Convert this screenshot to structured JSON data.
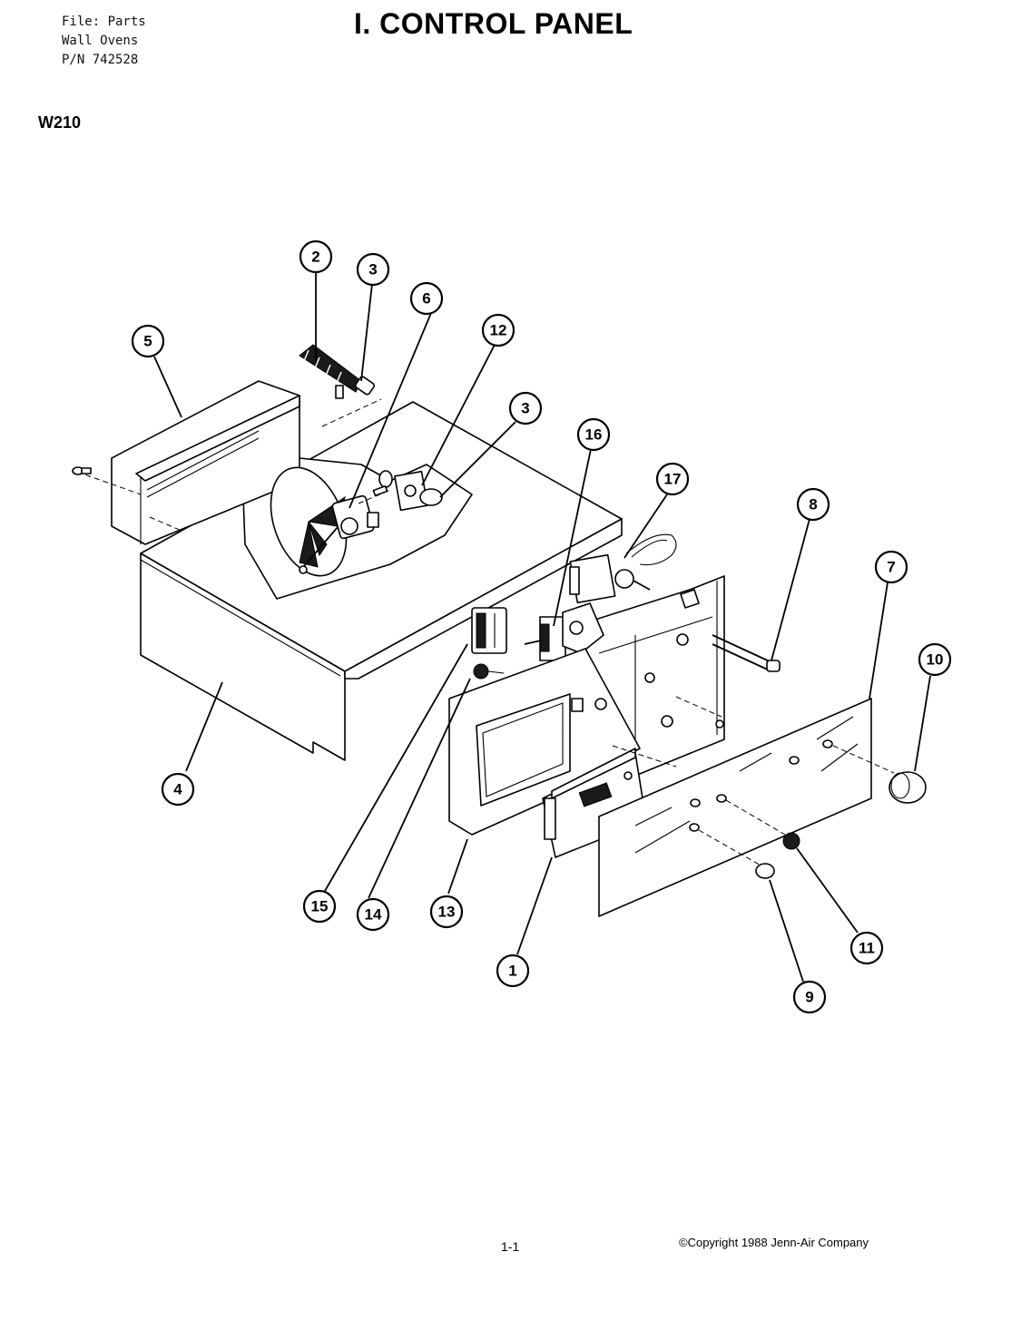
{
  "header": {
    "file_line": "File: Parts",
    "category_line": "Wall Ovens",
    "part_number_line": "P/N 742528",
    "title": "I. CONTROL PANEL",
    "model": "W210"
  },
  "callouts": [
    {
      "id": "c1",
      "label": "1"
    },
    {
      "id": "c2",
      "label": "2"
    },
    {
      "id": "c3a",
      "label": "3"
    },
    {
      "id": "c3b",
      "label": "3"
    },
    {
      "id": "c4",
      "label": "4"
    },
    {
      "id": "c5",
      "label": "5"
    },
    {
      "id": "c6",
      "label": "6"
    },
    {
      "id": "c7",
      "label": "7"
    },
    {
      "id": "c8",
      "label": "8"
    },
    {
      "id": "c9",
      "label": "9"
    },
    {
      "id": "c10",
      "label": "10"
    },
    {
      "id": "c11",
      "label": "11"
    },
    {
      "id": "c12",
      "label": "12"
    },
    {
      "id": "c13",
      "label": "13"
    },
    {
      "id": "c14",
      "label": "14"
    },
    {
      "id": "c15",
      "label": "15"
    },
    {
      "id": "c16",
      "label": "16"
    },
    {
      "id": "c17",
      "label": "17"
    }
  ],
  "footer": {
    "page_number": "1-1",
    "copyright": "©Copyright 1988 Jenn-Air Company"
  }
}
